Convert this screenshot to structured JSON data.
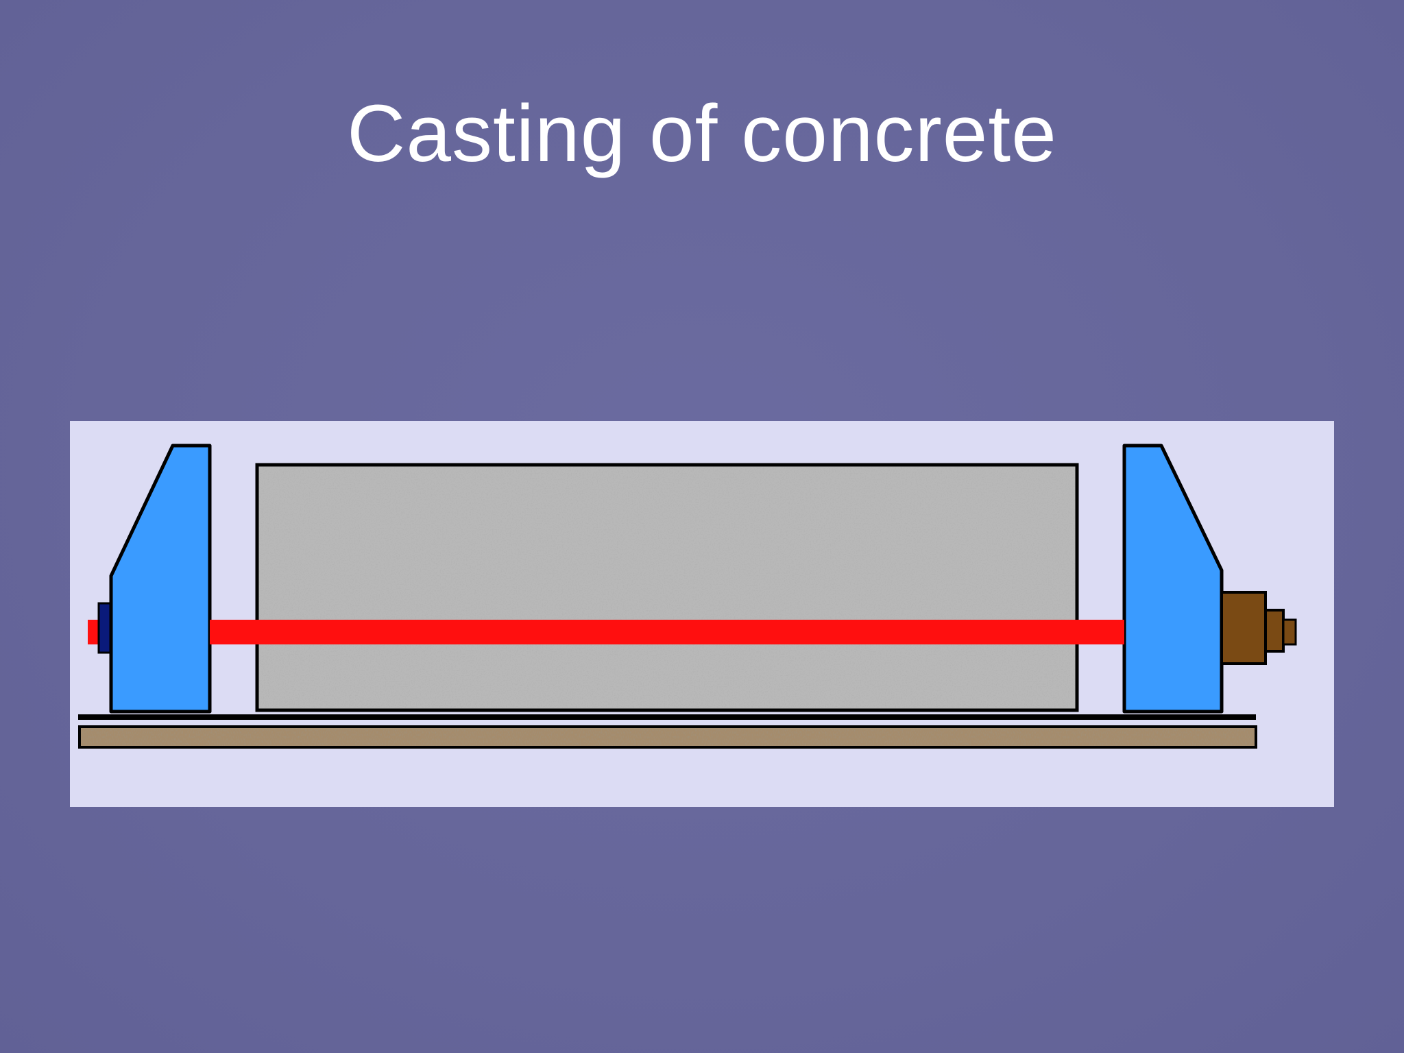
{
  "slide": {
    "title": "Casting of concrete"
  },
  "figure": {
    "components": [
      "concrete-block",
      "prestressing-tendon",
      "left-anchor-abutment",
      "right-anchor-abutment",
      "anchor-nut",
      "casting-bed"
    ],
    "colors": {
      "background_panel": "#dcdcf4",
      "abutment": "#3a9bff",
      "tendon": "#ff0f0f",
      "concrete": "#a9a9a9",
      "anchor": "#7a4a14",
      "bed": "#a58c6c",
      "slide_background": "#67679b",
      "title_text": "#ffffff"
    }
  }
}
